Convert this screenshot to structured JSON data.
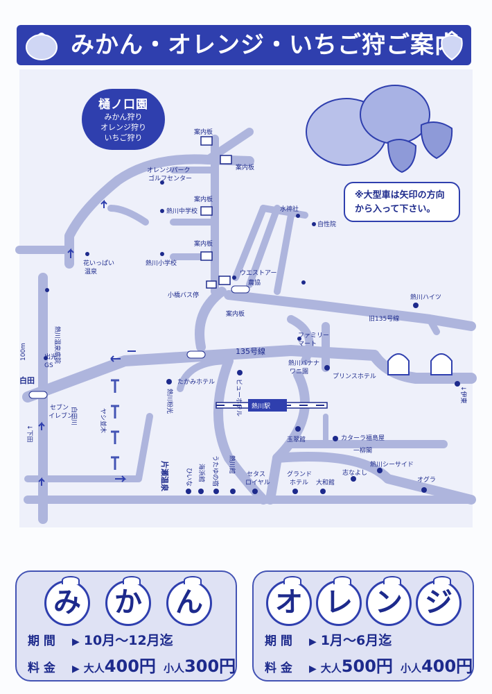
{
  "banner": {
    "title": "みかん・オレンジ・いちご狩ご案内"
  },
  "farm": {
    "name": "樋ノ口園",
    "lines": [
      "みかん狩り",
      "オレンジ狩り",
      "いちご狩り"
    ]
  },
  "note": {
    "line1": "※大型車は矢印の方向",
    "line2": "から入って下さい。"
  },
  "map": {
    "labels": {
      "annai1": "案内板",
      "annai2": "案内板",
      "annai3": "案内板",
      "annai4": "案内板",
      "annai5": "案内板",
      "orange_park1": "オレンジパーク",
      "orange_park2": "ゴルフセンター",
      "atagawa_jhs": "熱川中学校",
      "atagawa_es": "熱川小学校",
      "hanaippai1": "花いっぱい",
      "hanaippai2": "温泉",
      "kohashi_bus": "小橋バス停",
      "suijinja": "水神社",
      "jiseiin": "自性院",
      "uesuto": "ウエストアー",
      "noukyou": "農協",
      "old135": "旧135号線",
      "atagawa_heights": "熱川ハイツ",
      "familymart1": "ファミリー",
      "familymart2": "マート",
      "route135": "135号線",
      "hospital": "熱川温泉病院",
      "idemitsu1": "出光",
      "idemitsu2": "GS",
      "dist": "100m",
      "shirata": "白田",
      "seven1": "セブン",
      "seven2": "イレブン",
      "shimoda": "↓下田",
      "ito": "↓伊東",
      "takami": "たかみホテル",
      "view": "ビューホテル",
      "banana1": "熱川バナナ",
      "banana2": "ワニ園",
      "prince": "プリンスホテル",
      "station": "熱川駅",
      "atagawa_kazuko": "熱川粉光",
      "yashi": "ヤシ並木",
      "shiratagawa": "白田川",
      "gyokusuikan": "玉翠館",
      "catalla": "カターラ福島屋",
      "ichiryuu": "一柳閣",
      "seaside": "熱川シーサイド",
      "ogura": "オグラ",
      "shidanoyoshi": "志なよし",
      "yamatokan": "大和館",
      "grand1": "グランド",
      "grand2": "ホテル",
      "setasu1": "セタス",
      "setasu2": "ロイヤル",
      "atagawakan": "熱川館",
      "utayu": "うたゆの宿",
      "kaihinkan": "海浜館",
      "hiina": "ひいな",
      "katase": "片瀬温泉"
    }
  },
  "mikan": {
    "chars": [
      "み",
      "か",
      "ん"
    ],
    "period_label": "期 間",
    "period": "10月〜12月迄",
    "price_label": "料 金",
    "adult_label": "大人",
    "adult_price": "400円",
    "child_label": "小人",
    "child_price": "300円"
  },
  "orange": {
    "chars": [
      "オ",
      "レ",
      "ン",
      "ジ"
    ],
    "period_label": "期 間",
    "period": "1月〜6月迄",
    "price_label": "料 金",
    "adult_label": "大人",
    "adult_price": "500円",
    "child_label": "小人",
    "child_price": "400円"
  },
  "colors": {
    "accent": "#2f3fae",
    "road": "#aeb5dd",
    "panel": "#dfe2f4"
  }
}
